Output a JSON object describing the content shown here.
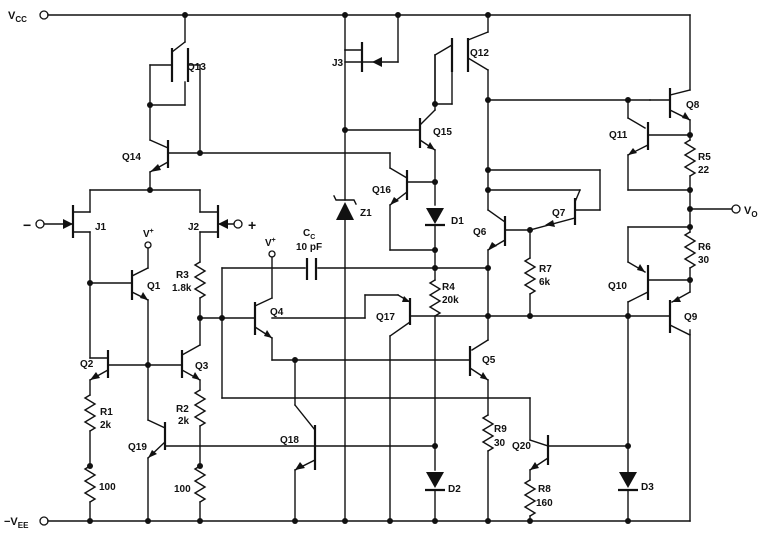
{
  "rails": {
    "vcc": "V",
    "vcc_sub": "CC",
    "vee": "−V",
    "vee_sub": "EE"
  },
  "pins": {
    "inv": "−",
    "noninv": "+",
    "out": "V",
    "out_sub": "O",
    "vplus": "V",
    "vplus_sup": "+"
  },
  "transistors": {
    "q1": "Q1",
    "q2": "Q2",
    "q3": "Q3",
    "q4": "Q4",
    "q5": "Q5",
    "q6": "Q6",
    "q7": "Q7",
    "q8": "Q8",
    "q9": "Q9",
    "q10": "Q10",
    "q11": "Q11",
    "q12": "Q12",
    "q13": "Q13",
    "q14": "Q14",
    "q15": "Q15",
    "q16": "Q16",
    "q17": "Q17",
    "q18": "Q18",
    "q19": "Q19",
    "q20": "Q20",
    "j1": "J1",
    "j2": "J2",
    "j3": "J3"
  },
  "resistors": {
    "r1": "R1",
    "r1_val": "2k",
    "r2": "R2",
    "r2_val": "2k",
    "r3": "R3",
    "r3_val": "1.8k",
    "r4": "R4",
    "r4_val": "20k",
    "r5": "R5",
    "r5_val": "22",
    "r6": "R6",
    "r6_val": "30",
    "r7": "R7",
    "r7_val": "6k",
    "r8": "R8",
    "r8_val": "160",
    "r9": "R9",
    "r9_val": "30",
    "r_q2e": "100",
    "r_q3e": "100"
  },
  "diodes": {
    "d1": "D1",
    "d2": "D2",
    "d3": "D3",
    "z1": "Z1"
  },
  "capacitor": {
    "name": "C",
    "name_sub": "C",
    "value": "10 pF"
  }
}
